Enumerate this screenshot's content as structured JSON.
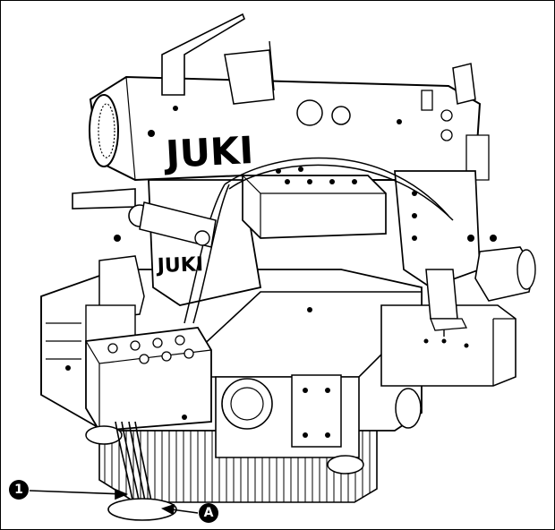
{
  "brand": {
    "logo_main": "JUKI",
    "logo_arm": "JUKI"
  },
  "callouts": [
    {
      "id": "callout-1",
      "label": "1"
    },
    {
      "id": "callout-a",
      "label": "A"
    }
  ],
  "colors": {
    "ink": "#000000",
    "paper": "#ffffff",
    "shade": "#d9d9d9"
  }
}
